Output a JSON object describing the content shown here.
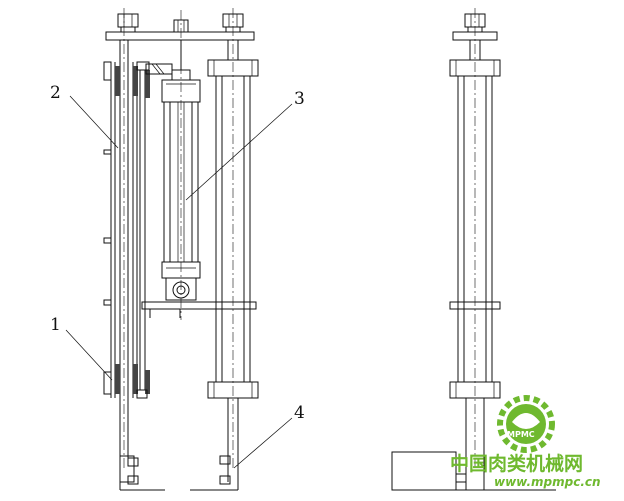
{
  "callouts": [
    {
      "id": "1",
      "label": "1"
    },
    {
      "id": "2",
      "label": "2"
    },
    {
      "id": "3",
      "label": "3"
    },
    {
      "id": "4",
      "label": "4"
    }
  ],
  "watermark": {
    "logo_text": "MPMC",
    "site_name": "中国肉类机械网",
    "url": "www.mpmpc.cn"
  },
  "colors": {
    "line": "#111111",
    "watermark": "#6fb92f"
  }
}
